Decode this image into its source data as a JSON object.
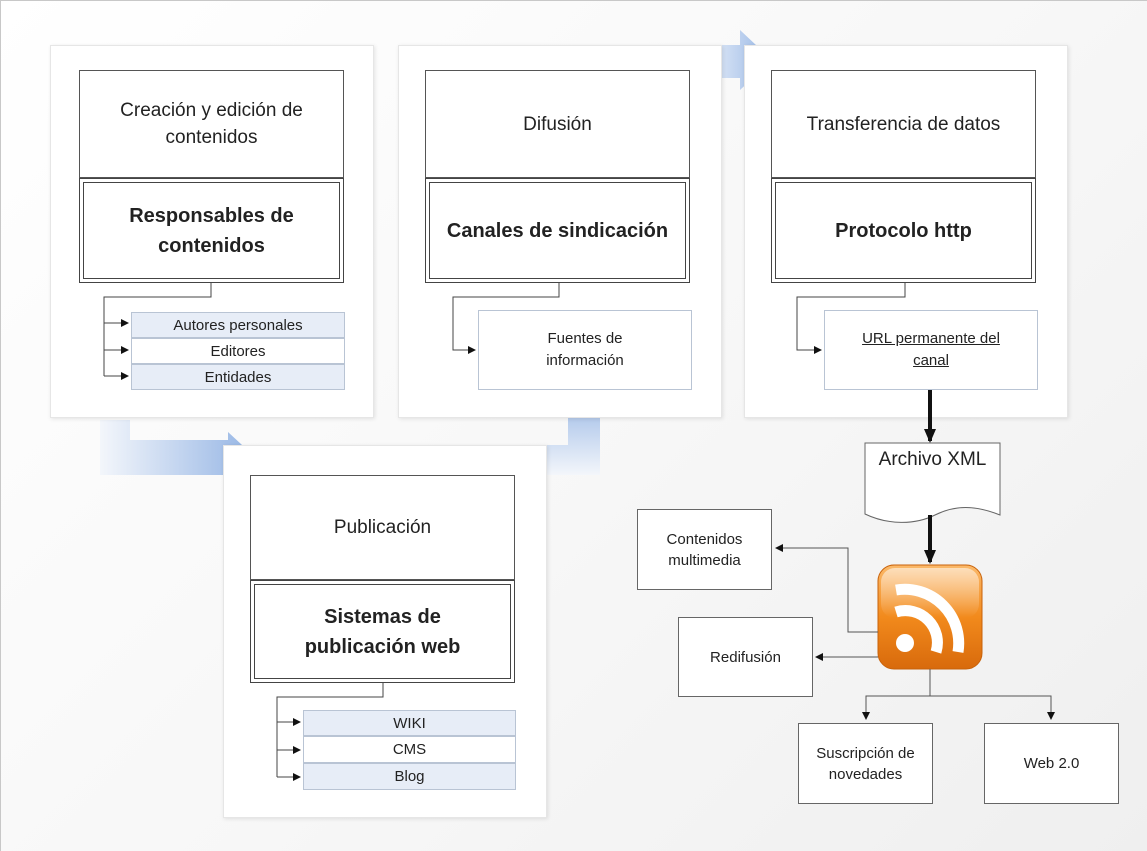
{
  "stages": {
    "creation": {
      "title": "Creación y edición de contenidos",
      "subtitle": "Responsables de contenidos",
      "items": [
        "Autores personales",
        "Editores",
        "Entidades"
      ]
    },
    "diffusion": {
      "title": "Difusión",
      "subtitle": "Canales de sindicación",
      "items": [
        "Fuentes de información"
      ]
    },
    "transfer": {
      "title": "Transferencia de datos",
      "subtitle": "Protocolo http",
      "items": [
        "URL permanente del canal"
      ]
    },
    "publication": {
      "title": "Publicación",
      "subtitle": "Sistemas de publicación web",
      "items": [
        "WIKI",
        "CMS",
        "Blog"
      ]
    }
  },
  "xml_file": "Archivo XML",
  "rss_icon": "rss-feed-icon",
  "outputs": {
    "multimedia": "Contenidos multimedia",
    "redistribution": "Redifusión",
    "subscription": "Suscripción de novedades",
    "web20": "Web 2.0"
  },
  "colors": {
    "flow_arrow": "#8fb1e3",
    "list_tint": "#e7edf7",
    "rss_orange": "#f28a1c"
  }
}
